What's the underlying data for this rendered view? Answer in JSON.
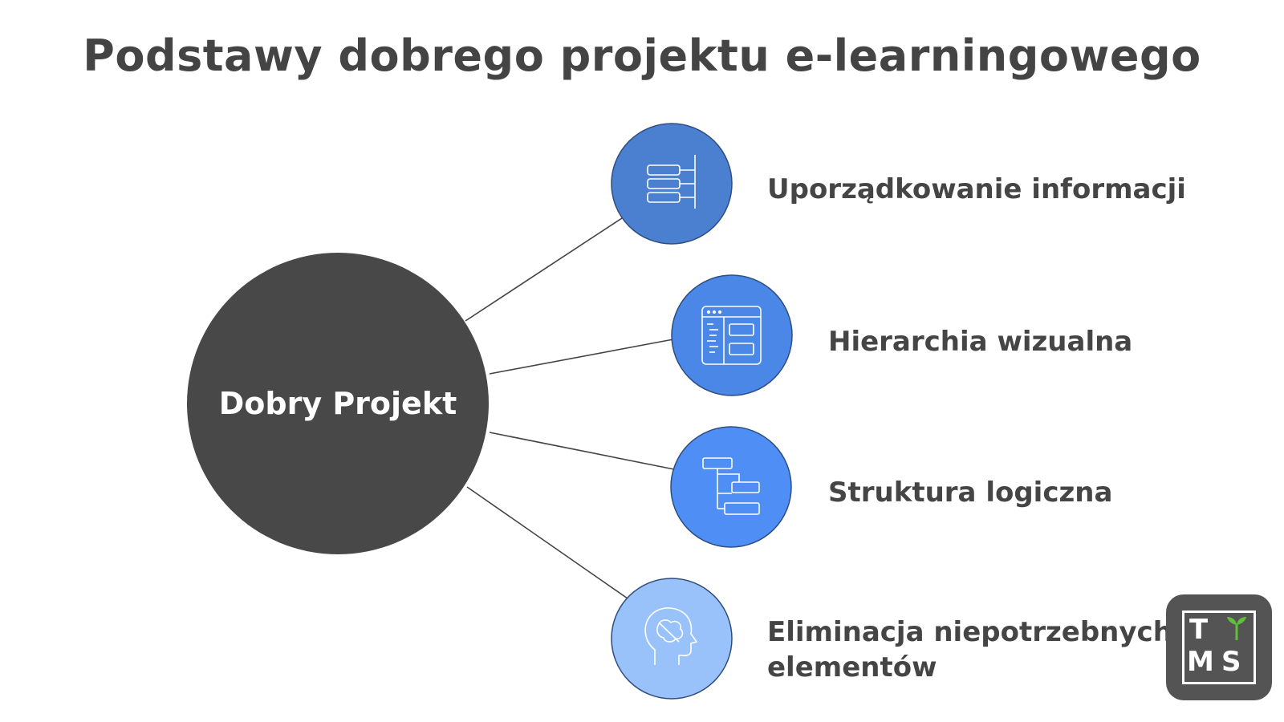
{
  "title": "Podstawy dobrego projektu e-learningowego",
  "center": {
    "label": "Dobry Projekt",
    "color": "#484848"
  },
  "branches": [
    {
      "label": "Uporządkowanie informacji",
      "icon": "info-structure-icon",
      "color": "#4b80d0"
    },
    {
      "label": "Hierarchia wizualna",
      "icon": "layout-window-icon",
      "color": "#4a87e6"
    },
    {
      "label": "Struktura logiczna",
      "icon": "flowchart-tree-icon",
      "color": "#4f8ff5"
    },
    {
      "label_line1": "Eliminacja niepotrzebnych",
      "label_line2": "elementów",
      "icon": "head-eraser-icon",
      "color": "#99c2fb"
    }
  ],
  "logo": {
    "letters": [
      "T",
      "M",
      "S"
    ],
    "icon": "sprout-icon",
    "sprout_color": "#5fbf3a",
    "background": "#545454"
  }
}
